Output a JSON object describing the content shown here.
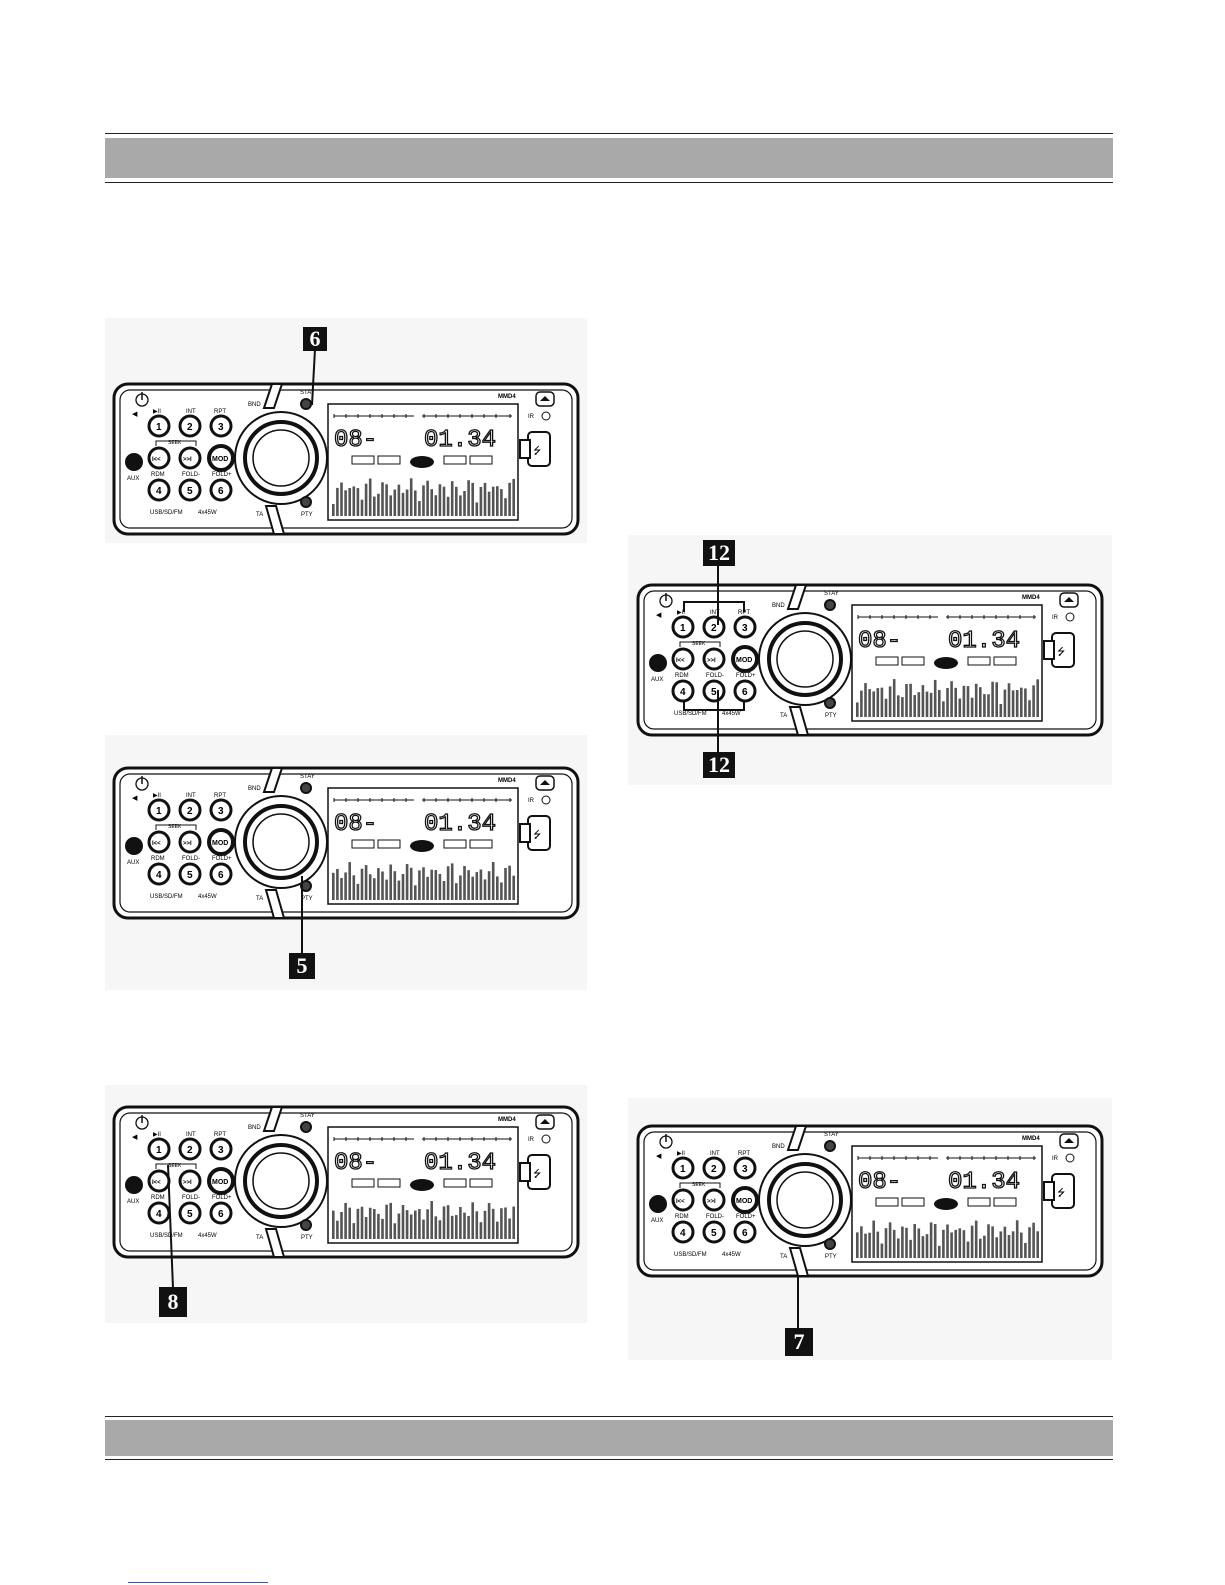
{
  "page": {
    "header_bar": "",
    "footer_bar": ""
  },
  "radio": {
    "brand": "MMD4",
    "labels": {
      "aux": "AUX",
      "play": "▶II",
      "int": "INT",
      "rpt": "RPT",
      "seek": "SEEK",
      "mod": "MOD",
      "rdm": "RDM",
      "fold_minus": "FOLD-",
      "fold_plus": "FOLD+",
      "usb_sd_fm": "USB/SD/FM",
      "power_rating": "4x45W",
      "band": "BND",
      "stay": "STAY",
      "ta": "TA",
      "pty": "PTY",
      "ir": "IR",
      "btn_1": "1",
      "btn_2": "2",
      "btn_3": "3",
      "btn_4": "4",
      "btn_5": "5",
      "btn_6": "6",
      "btn_prev": "I<<",
      "btn_next": ">>I"
    },
    "display": {
      "left": "08-",
      "right": "01.34"
    }
  },
  "callouts": {
    "c6": "6",
    "c5": "5",
    "c8": "8",
    "c12_top": "12",
    "c12_bottom": "12",
    "c7": "7"
  },
  "colors": {
    "header_bar": "#a9a9a9",
    "callout_bg": "#111111",
    "panel_bg": "#f6f6f6"
  }
}
